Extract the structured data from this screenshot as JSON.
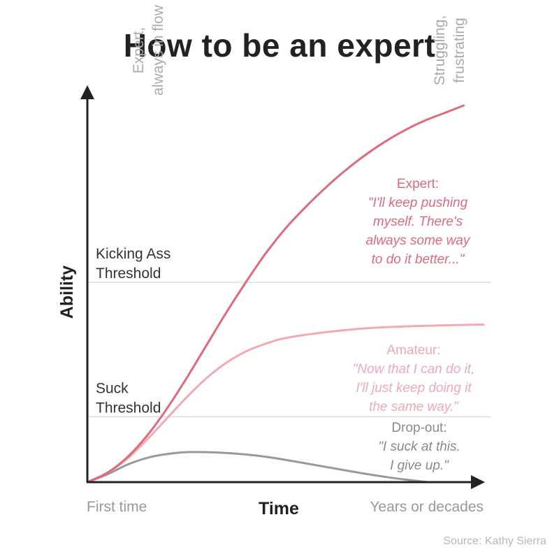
{
  "title": "How to be an expert",
  "source": "Source: Kathy Sierra",
  "chart_data": {
    "type": "line",
    "title": "How to be an expert",
    "xlabel": "Time",
    "ylabel": "Ability",
    "xlim": [
      0,
      1
    ],
    "ylim": [
      0,
      1
    ],
    "x_tick_labels": {
      "start": "First time",
      "end": "Years or decades"
    },
    "y_tick_labels": {
      "low": [
        "Struggling,",
        "frustrating"
      ],
      "high": [
        "Expert,",
        "always in flow"
      ]
    },
    "thresholds": [
      {
        "label": [
          "Suck",
          "Threshold"
        ],
        "y": 0.17
      },
      {
        "label": [
          "Kicking Ass",
          "Threshold"
        ],
        "y": 0.52
      }
    ],
    "series": [
      {
        "name": "Expert",
        "color": "#e0697b",
        "quote": [
          "\"I'll keep pushing",
          "myself. There's",
          "always some way",
          "to do it better...\""
        ],
        "x": [
          0,
          0.05,
          0.1,
          0.15,
          0.2,
          0.25,
          0.3,
          0.35,
          0.4,
          0.45,
          0.5,
          0.55,
          0.6,
          0.65,
          0.7,
          0.75,
          0.8,
          0.85,
          0.9,
          0.95
        ],
        "y": [
          0,
          0.024,
          0.064,
          0.12,
          0.19,
          0.27,
          0.355,
          0.44,
          0.52,
          0.595,
          0.66,
          0.715,
          0.765,
          0.81,
          0.85,
          0.885,
          0.915,
          0.94,
          0.96,
          0.98
        ]
      },
      {
        "name": "Amateur",
        "color": "#f1a9b3",
        "quote": [
          "\"Now that I can do it,",
          "I'll just keep doing it",
          "the same way.\""
        ],
        "x": [
          0,
          0.05,
          0.1,
          0.15,
          0.2,
          0.25,
          0.3,
          0.35,
          0.4,
          0.45,
          0.5,
          0.6,
          0.7,
          0.8,
          0.9,
          1.0
        ],
        "y": [
          0,
          0.024,
          0.06,
          0.11,
          0.165,
          0.22,
          0.27,
          0.31,
          0.34,
          0.36,
          0.375,
          0.39,
          0.4,
          0.405,
          0.408,
          0.41
        ]
      },
      {
        "name": "Drop-out",
        "color": "#999999",
        "quote": [
          "\"I suck at this.",
          "I give up.\""
        ],
        "x": [
          0,
          0.05,
          0.1,
          0.15,
          0.2,
          0.25,
          0.3,
          0.35,
          0.4,
          0.45,
          0.5,
          0.55,
          0.6,
          0.65,
          0.7,
          0.75,
          0.8,
          0.86
        ],
        "y": [
          0,
          0.02,
          0.045,
          0.063,
          0.073,
          0.078,
          0.078,
          0.076,
          0.072,
          0.066,
          0.058,
          0.049,
          0.04,
          0.031,
          0.022,
          0.014,
          0.007,
          0
        ]
      }
    ]
  }
}
